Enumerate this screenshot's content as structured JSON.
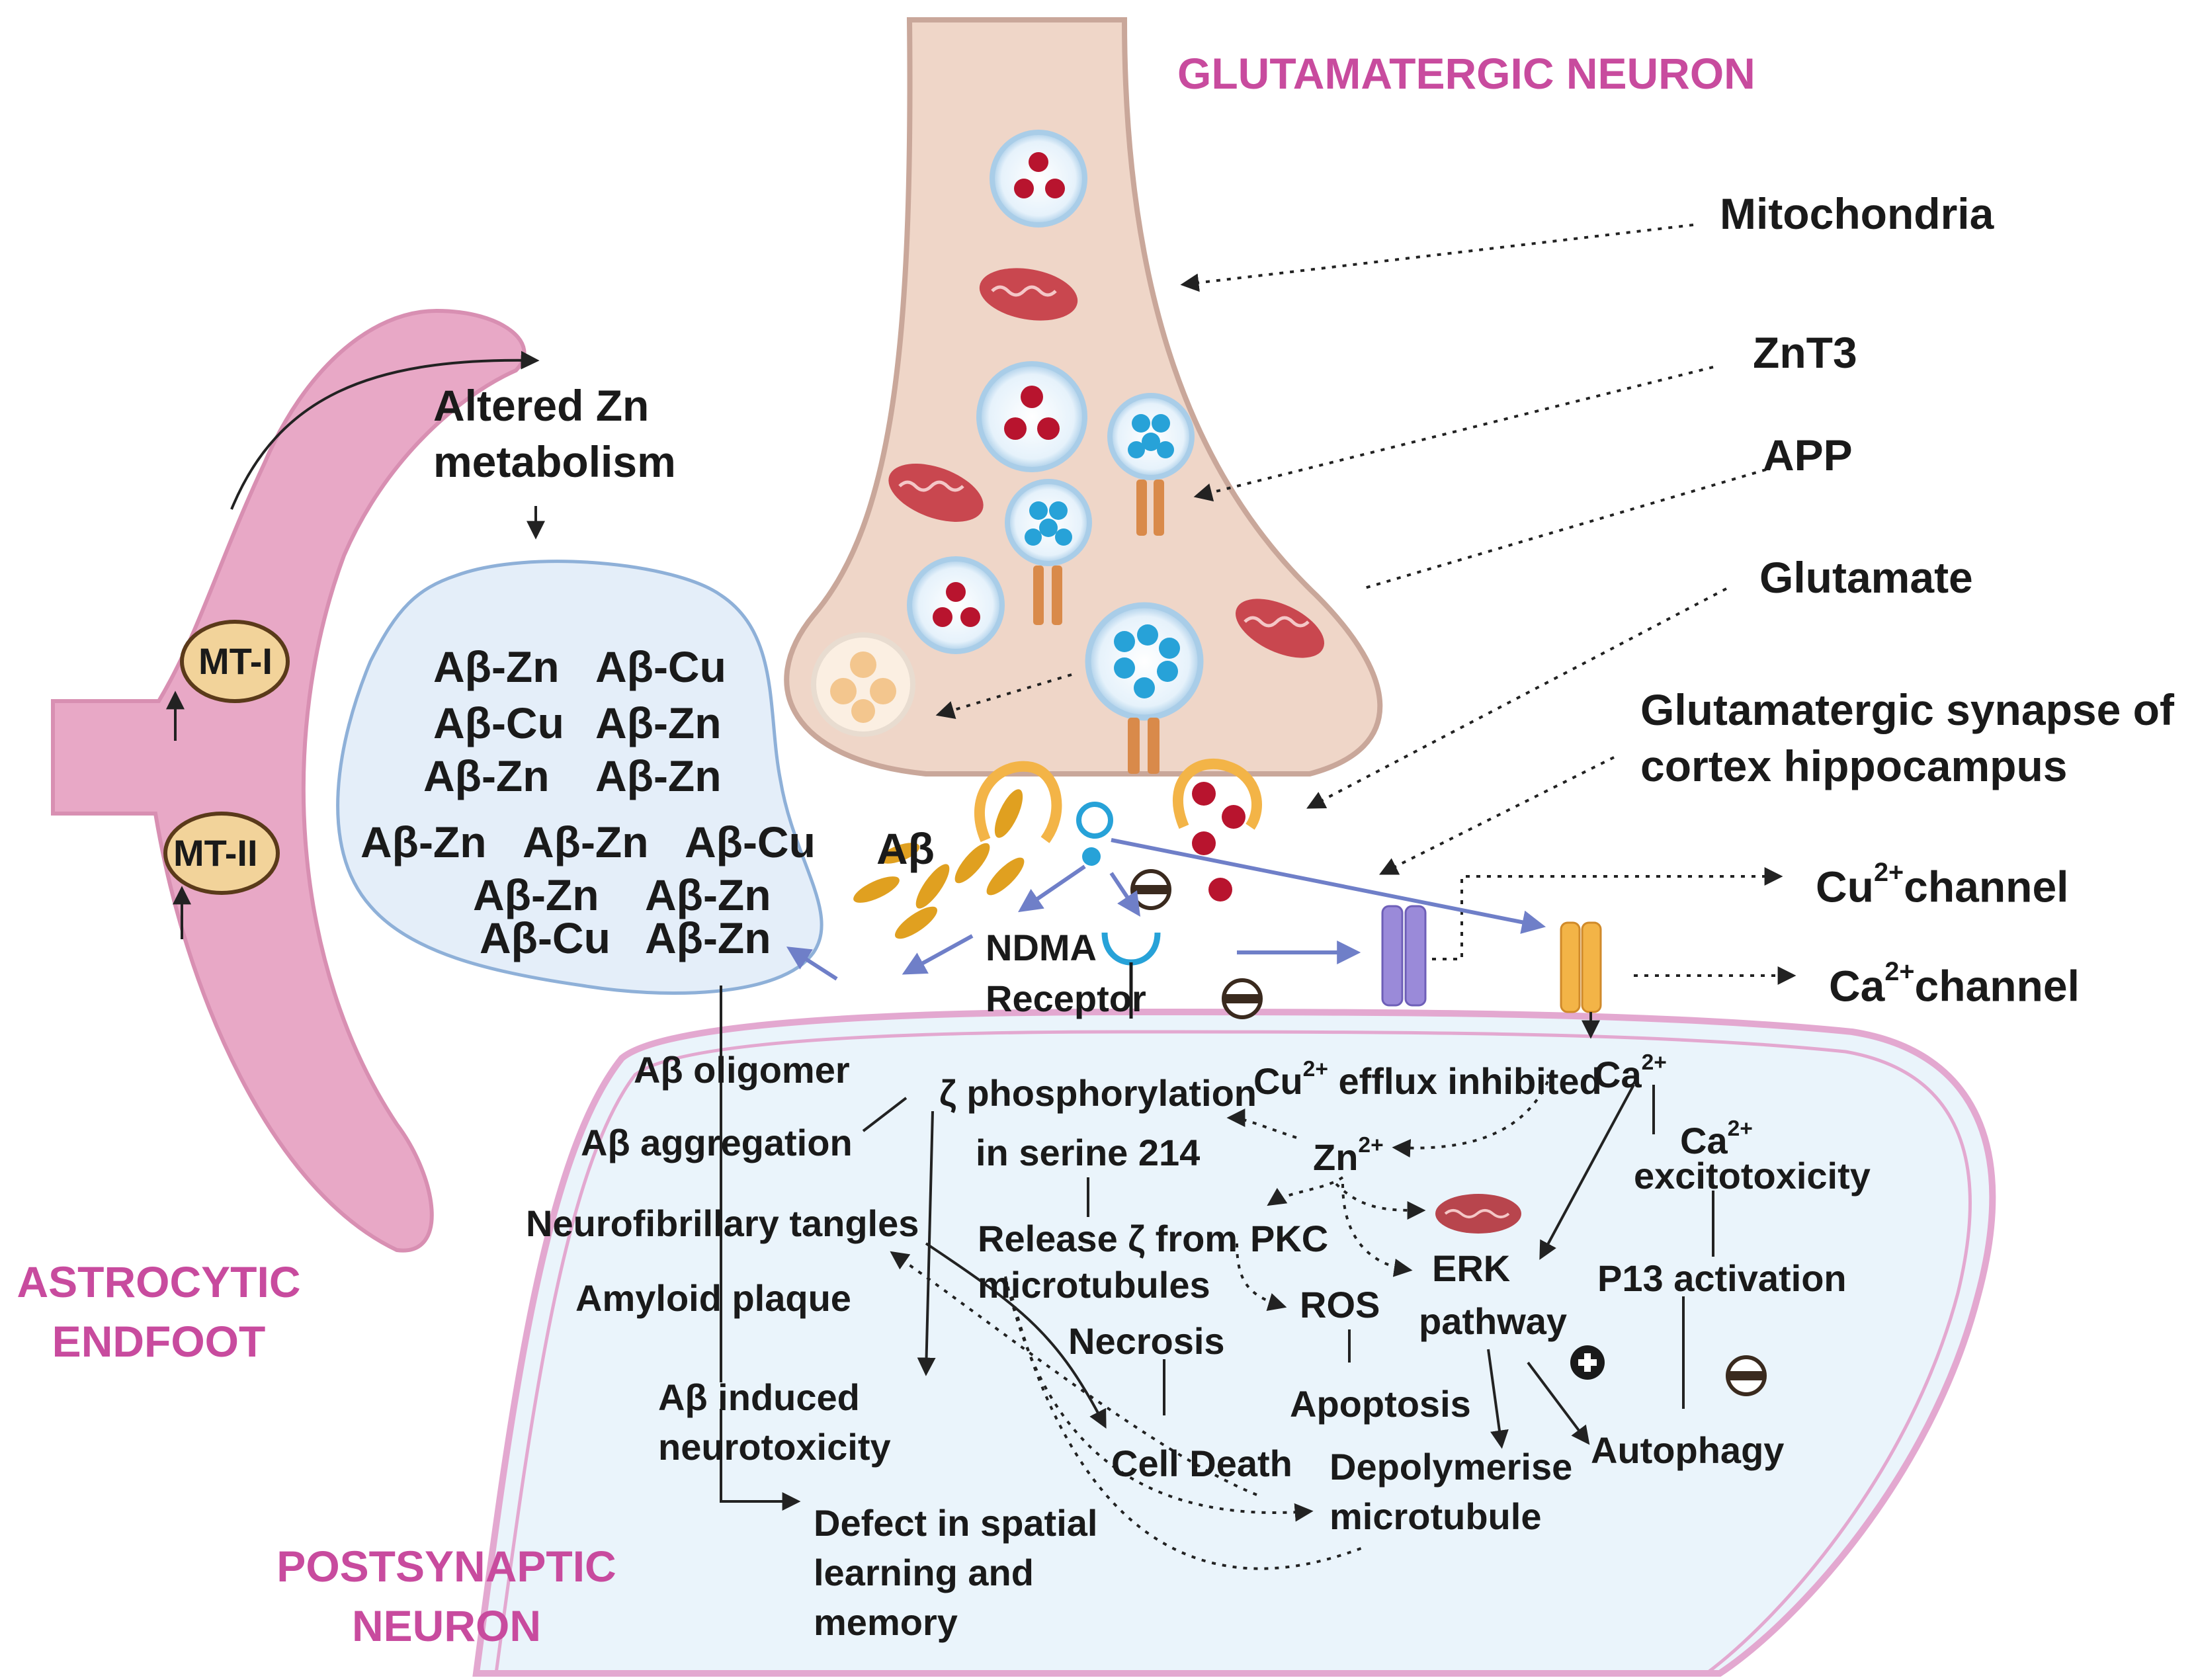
{
  "titles": {
    "glutamatergic_neuron": "GLUTAMATERGIC NEURON",
    "astrocytic_endfoot": [
      "ASTROCYTIC",
      "ENDFOOT"
    ],
    "postsynaptic_neuron": [
      "POSTSYNAPTIC",
      "NEURON"
    ]
  },
  "legend_labels": {
    "mitochondria": "Mitochondria",
    "znt3": "ZnT3",
    "app": "APP",
    "glutamate": "Glutamate",
    "synapse": [
      "Glutamatergic synapse of",
      "cortex hippocampus"
    ],
    "cu_channel": {
      "ion": "Cu",
      "charge": "2+",
      "text": "channel"
    },
    "ca_channel": {
      "ion": "Ca",
      "charge": "2+",
      "text": "channel"
    }
  },
  "astrocyte": {
    "mt1": "MT-I",
    "mt2": "MT-II",
    "altered_zn": [
      "Altered Zn",
      "metabolism"
    ]
  },
  "complexes": [
    [
      "Aβ-Zn",
      "Aβ-Cu"
    ],
    [
      "Aβ-Cu",
      "Aβ-Zn"
    ],
    [
      "Aβ-Zn",
      "Aβ-Zn"
    ],
    [
      "Aβ-Zn",
      "Aβ-Zn",
      "Aβ-Cu"
    ],
    [
      "Aβ-Zn",
      "Aβ-Zn"
    ],
    [
      "Aβ-Cu",
      "Aβ-Zn"
    ]
  ],
  "synapse": {
    "abeta": "Aβ",
    "nmda_receptor": [
      "NDMA",
      "Receptor"
    ]
  },
  "pathway": {
    "ab_oligomer": "Aβ oligomer",
    "ab_aggregation": "Aβ aggregation",
    "nft": "Neurofibrillary tangles",
    "amyloid_plaque": "Amyloid plaque",
    "ab_neurotox": [
      "Aβ induced",
      "neurotoxicity"
    ],
    "defect": [
      "Defect in spatial",
      "learning and",
      "memory"
    ],
    "zeta_phos": [
      "ζ phosphorylation",
      "in serine 214"
    ],
    "release_zeta": [
      "Release ζ from",
      "microtubules"
    ],
    "necrosis": "Necrosis",
    "cell_death": "Cell Death",
    "cu_efflux": {
      "ion": "Cu",
      "charge": "2+",
      "text": " efflux inhibited"
    },
    "zn": {
      "ion": "Zn",
      "charge": "2+"
    },
    "pkc": "PKC",
    "ros": "ROS",
    "apoptosis": "Apoptosis",
    "erk": [
      "ERK",
      "pathway"
    ],
    "depolymerise": [
      "Depolymerise",
      "microtubule"
    ],
    "ca": {
      "ion": "Ca",
      "charge": "2+"
    },
    "ca_excito": {
      "ion": "Ca",
      "charge": "2+",
      "text": "excitotoxicity"
    },
    "p13": "P13  activation",
    "autophagy": "Autophagy"
  },
  "colors": {
    "title": "#c84b9e",
    "neuron_body": "#efd6c8",
    "astrocyte": "#e8a8c6",
    "complex_blob": "#e4eef9",
    "postsynaptic": "#eaf4fb",
    "arrow_blue": "#6f7fc8",
    "mitochondria": "#c9474f",
    "zn_vesicle_dots": "#27a2d8",
    "glutamate_dots": "#b8142e",
    "app_channel": "#d98a4a",
    "cu_channel": "#9a8ad9",
    "ca_channel": "#f3b447",
    "abeta_fragment": "#e0a020"
  }
}
